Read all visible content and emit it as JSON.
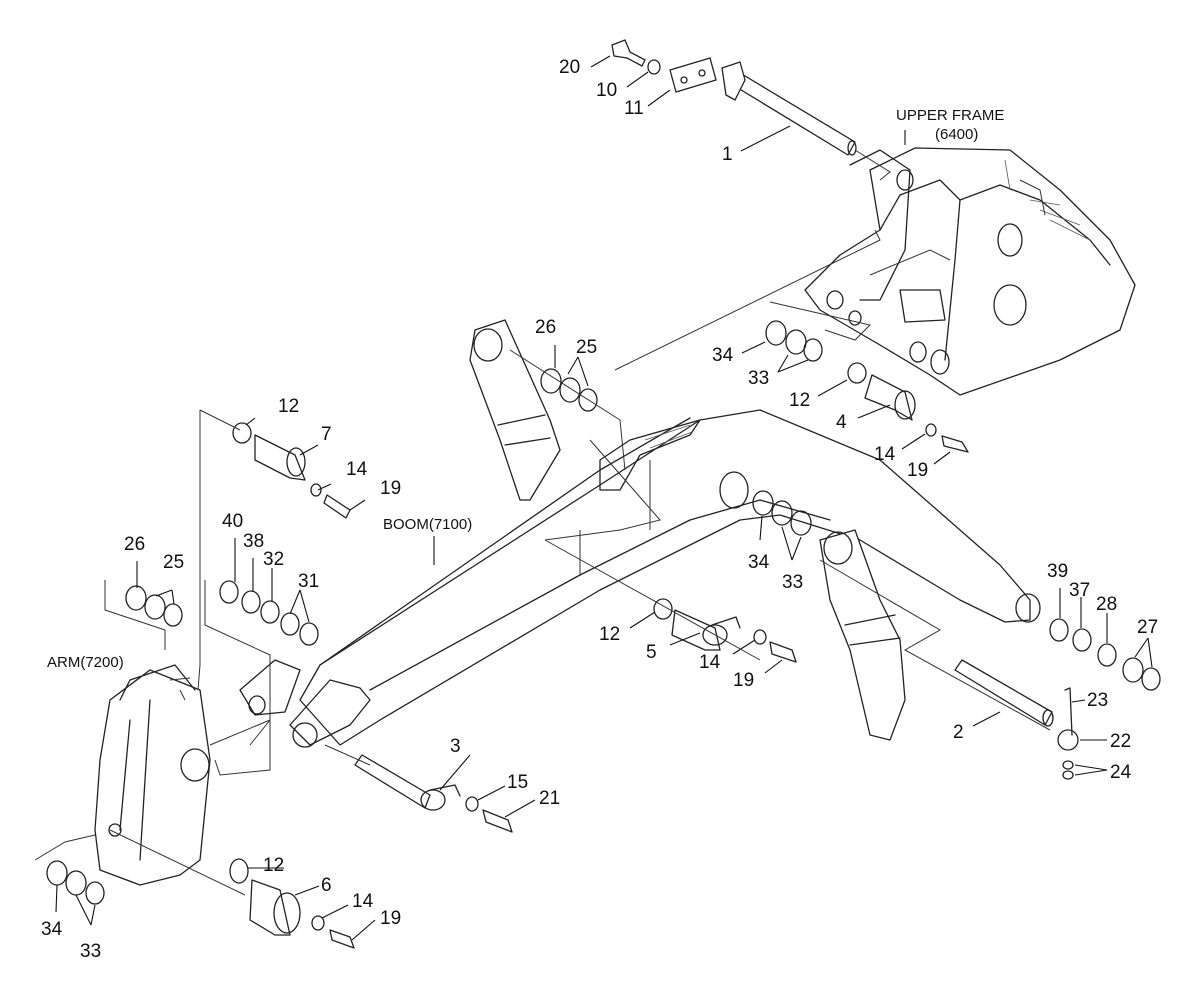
{
  "titles": {
    "upper_frame": "UPPER FRAME",
    "upper_frame_code": "(6400)",
    "boom": "BOOM(7100)",
    "arm": "ARM(7200)"
  },
  "callouts": [
    {
      "n": "20"
    },
    {
      "n": "10"
    },
    {
      "n": "11"
    },
    {
      "n": "1"
    },
    {
      "n": "26"
    },
    {
      "n": "25"
    },
    {
      "n": "34"
    },
    {
      "n": "33"
    },
    {
      "n": "12"
    },
    {
      "n": "4"
    },
    {
      "n": "14"
    },
    {
      "n": "19"
    },
    {
      "n": "12"
    },
    {
      "n": "7"
    },
    {
      "n": "14"
    },
    {
      "n": "19"
    },
    {
      "n": "26"
    },
    {
      "n": "25"
    },
    {
      "n": "40"
    },
    {
      "n": "38"
    },
    {
      "n": "32"
    },
    {
      "n": "31"
    },
    {
      "n": "34"
    },
    {
      "n": "33"
    },
    {
      "n": "12"
    },
    {
      "n": "5"
    },
    {
      "n": "14"
    },
    {
      "n": "19"
    },
    {
      "n": "39"
    },
    {
      "n": "37"
    },
    {
      "n": "28"
    },
    {
      "n": "27"
    },
    {
      "n": "23"
    },
    {
      "n": "2"
    },
    {
      "n": "22"
    },
    {
      "n": "24"
    },
    {
      "n": "3"
    },
    {
      "n": "15"
    },
    {
      "n": "21"
    },
    {
      "n": "12"
    },
    {
      "n": "6"
    },
    {
      "n": "14"
    },
    {
      "n": "19"
    },
    {
      "n": "34"
    },
    {
      "n": "33"
    }
  ]
}
